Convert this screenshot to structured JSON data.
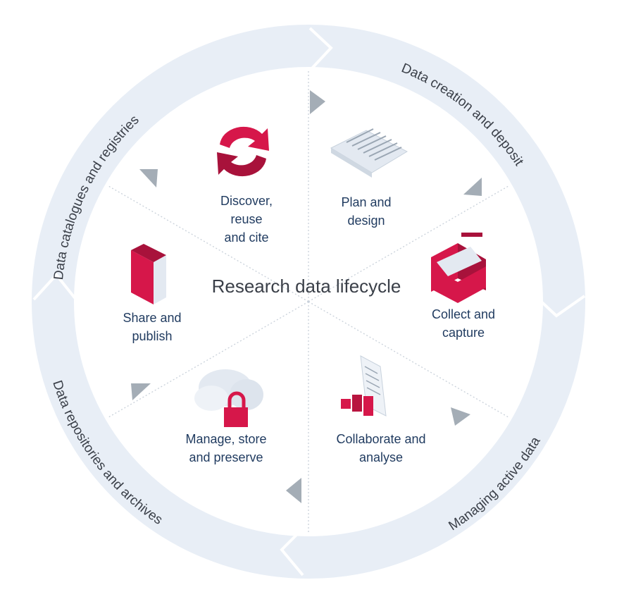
{
  "title": "Research data lifecycle",
  "ring_labels": [
    "Data catalogues and registries",
    "Data creation and deposit",
    "Managing active data",
    "Data repositories and archives"
  ],
  "stages": [
    {
      "label_1": "Discover,",
      "label_2": "reuse",
      "label_3": "and cite",
      "icon": "cycle-arrows-icon"
    },
    {
      "label_1": "Plan and",
      "label_2": "design",
      "icon": "paper-stack-icon"
    },
    {
      "label_1": "Collect and",
      "label_2": "capture",
      "icon": "briefcase-icon"
    },
    {
      "label_1": "Collaborate and",
      "label_2": "analyse",
      "icon": "chart-document-icon"
    },
    {
      "label_1": "Manage, store",
      "label_2": "and preserve",
      "icon": "cloud-lock-icon"
    },
    {
      "label_1": "Share and",
      "label_2": "publish",
      "icon": "book-icon"
    }
  ],
  "colors": {
    "ring": "#e8eef6",
    "accent": "#d6174a",
    "text": "#1f3a5f",
    "arrow": "#a4adb6"
  }
}
